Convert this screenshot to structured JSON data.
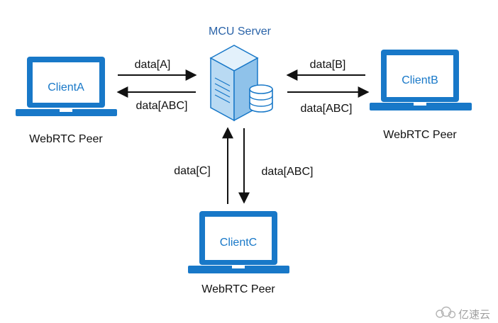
{
  "server": {
    "title": "MCU Server",
    "icon": "server-database-icon"
  },
  "clients": [
    {
      "name": "ClientA",
      "caption": "WebRTC Peer",
      "send": "data[A]",
      "receive": "data[ABC]"
    },
    {
      "name": "ClientB",
      "caption": "WebRTC Peer",
      "send": "data[B]",
      "receive": "data[ABC]"
    },
    {
      "name": "ClientC",
      "caption": "WebRTC Peer",
      "send": "data[C]",
      "receive": "data[ABC]"
    }
  ],
  "watermark": {
    "text": "亿速云",
    "icon": "cloud-logo-icon"
  },
  "colors": {
    "accent": "#1878c8",
    "screen": "#ffffff",
    "text": "#111111",
    "serverTitle": "#2a63a8"
  }
}
